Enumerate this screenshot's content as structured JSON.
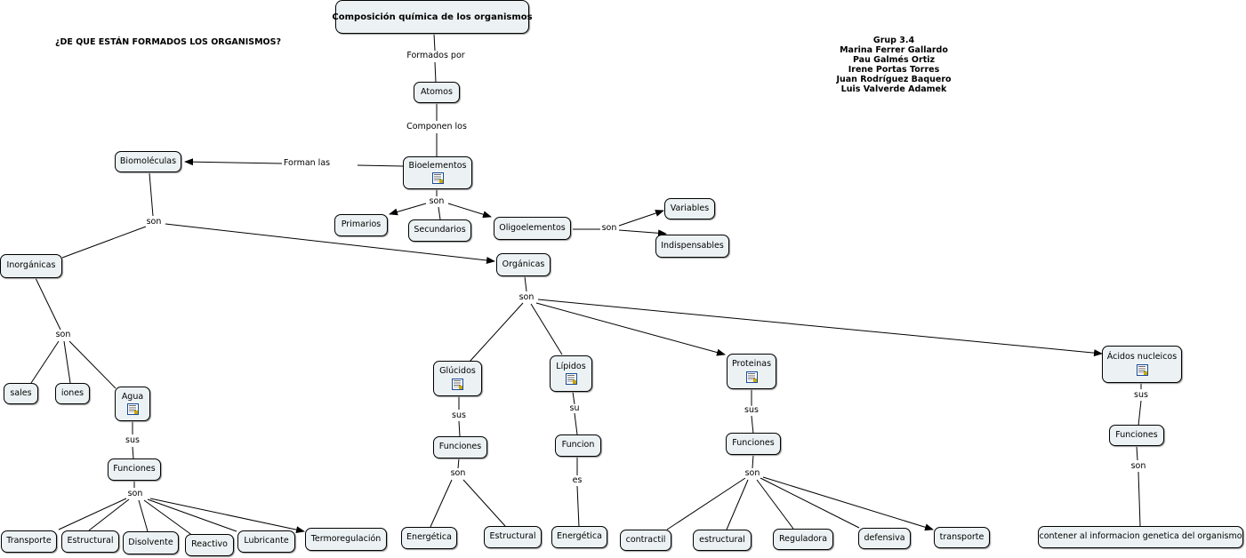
{
  "question": "¿DE QUE ESTÁN FORMADOS LOS ORGANISMOS?",
  "credits": [
    "Grup 3.4",
    "Marina Ferrer Gallardo",
    "Pau Galmés Ortiz",
    "Irene Portas Torres",
    "Juan Rodríguez Baquero",
    "Luis Valverde Adamek"
  ],
  "nodes": {
    "composicion": "Composición química de los organismos",
    "atomos": "Atomos",
    "bioelementos": "Bioelementos",
    "biomoleculas": "Biomoléculas",
    "primarios": "Primarios",
    "secundarios": "Secundarios",
    "oligoelementos": "Oligoelementos",
    "variables": "Variables",
    "indispensables": "Indispensables",
    "inorganicas": "Inorgánicas",
    "organicas": "Orgánicas",
    "sales": "sales",
    "iones": "iones",
    "agua": "Agua",
    "funciones_agua": "Funciones",
    "transporte": "Transporte",
    "estructural_agua": "Estructural",
    "disolvente": "Disolvente",
    "reactivo": "Reactivo",
    "lubricante": "Lubricante",
    "termorregulacion": "Termoregulación",
    "glucidos": "Glúcidos",
    "lipidos": "Lípidos",
    "proteinas": "Proteinas",
    "acidos": "Ácidos nucleicos",
    "funciones_glucidos": "Funciones",
    "funcion_lipidos": "Funcion",
    "funciones_proteinas": "Funciones",
    "funciones_acidos": "Funciones",
    "energetica_glucidos": "Energética",
    "estructural_glucidos": "Estructural",
    "energetica_lipidos": "Energética",
    "contractil": "contractil",
    "estructural_proteinas": "estructural",
    "reguladora": "Reguladora",
    "defensiva": "defensiva",
    "transporte_proteinas": "transporte",
    "genetica": "contener al informacion genetica del organismo"
  },
  "links": {
    "formados_por": "Formados por",
    "componen_los": "Componen los",
    "forman_las": "Forman las",
    "son_bio": "son",
    "son_biomol": "son",
    "son_oligo": "son",
    "son_inorg": "son",
    "sus_agua": "sus",
    "son_func_agua": "son",
    "son_org": "son",
    "sus_gluc": "sus",
    "su_lip": "su",
    "sus_prot": "sus",
    "sus_acid": "sus",
    "son_func_gluc": "son",
    "es_lip": "es",
    "son_func_prot": "son",
    "son_func_acid": "son"
  },
  "icons": {
    "resource": "document-resource-icon"
  },
  "colors": {
    "node_fill": "#ecf2f3",
    "line": "#000000",
    "icon_border": "#1a4a9a"
  }
}
